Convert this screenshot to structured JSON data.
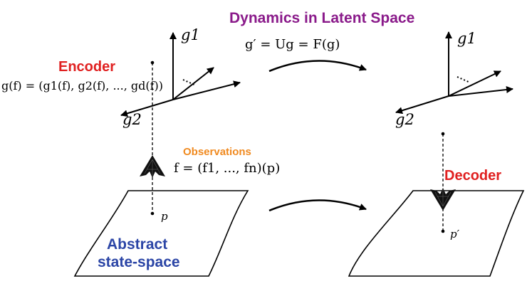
{
  "title": "Dynamics in Latent Space",
  "labels": {
    "encoder": "Encoder",
    "decoder": "Decoder",
    "observations": "Observations",
    "abstract_line1": "Abstract",
    "abstract_line2": "state-space",
    "g1_left": "g1",
    "g2_left": "g2",
    "g1_right": "g1",
    "g2_right": "g2",
    "p": "p",
    "p_prime": "p′"
  },
  "equations": {
    "encoder": "g(f) = (g1(f), g2(f), ..., gd(f))",
    "dynamics": "g′ = Ug = F(g)",
    "observations": "f = (f1, ..., fn)(p)"
  },
  "colors": {
    "title": "#8a1a8a",
    "encoder": "#e02020",
    "decoder": "#e02020",
    "observations": "#f08a20",
    "abstract_space": "#2b45a6",
    "line": "#000000"
  },
  "icons": {
    "encode_arrow": "network-arrow-up-icon",
    "decode_arrow": "network-arrow-down-icon"
  }
}
